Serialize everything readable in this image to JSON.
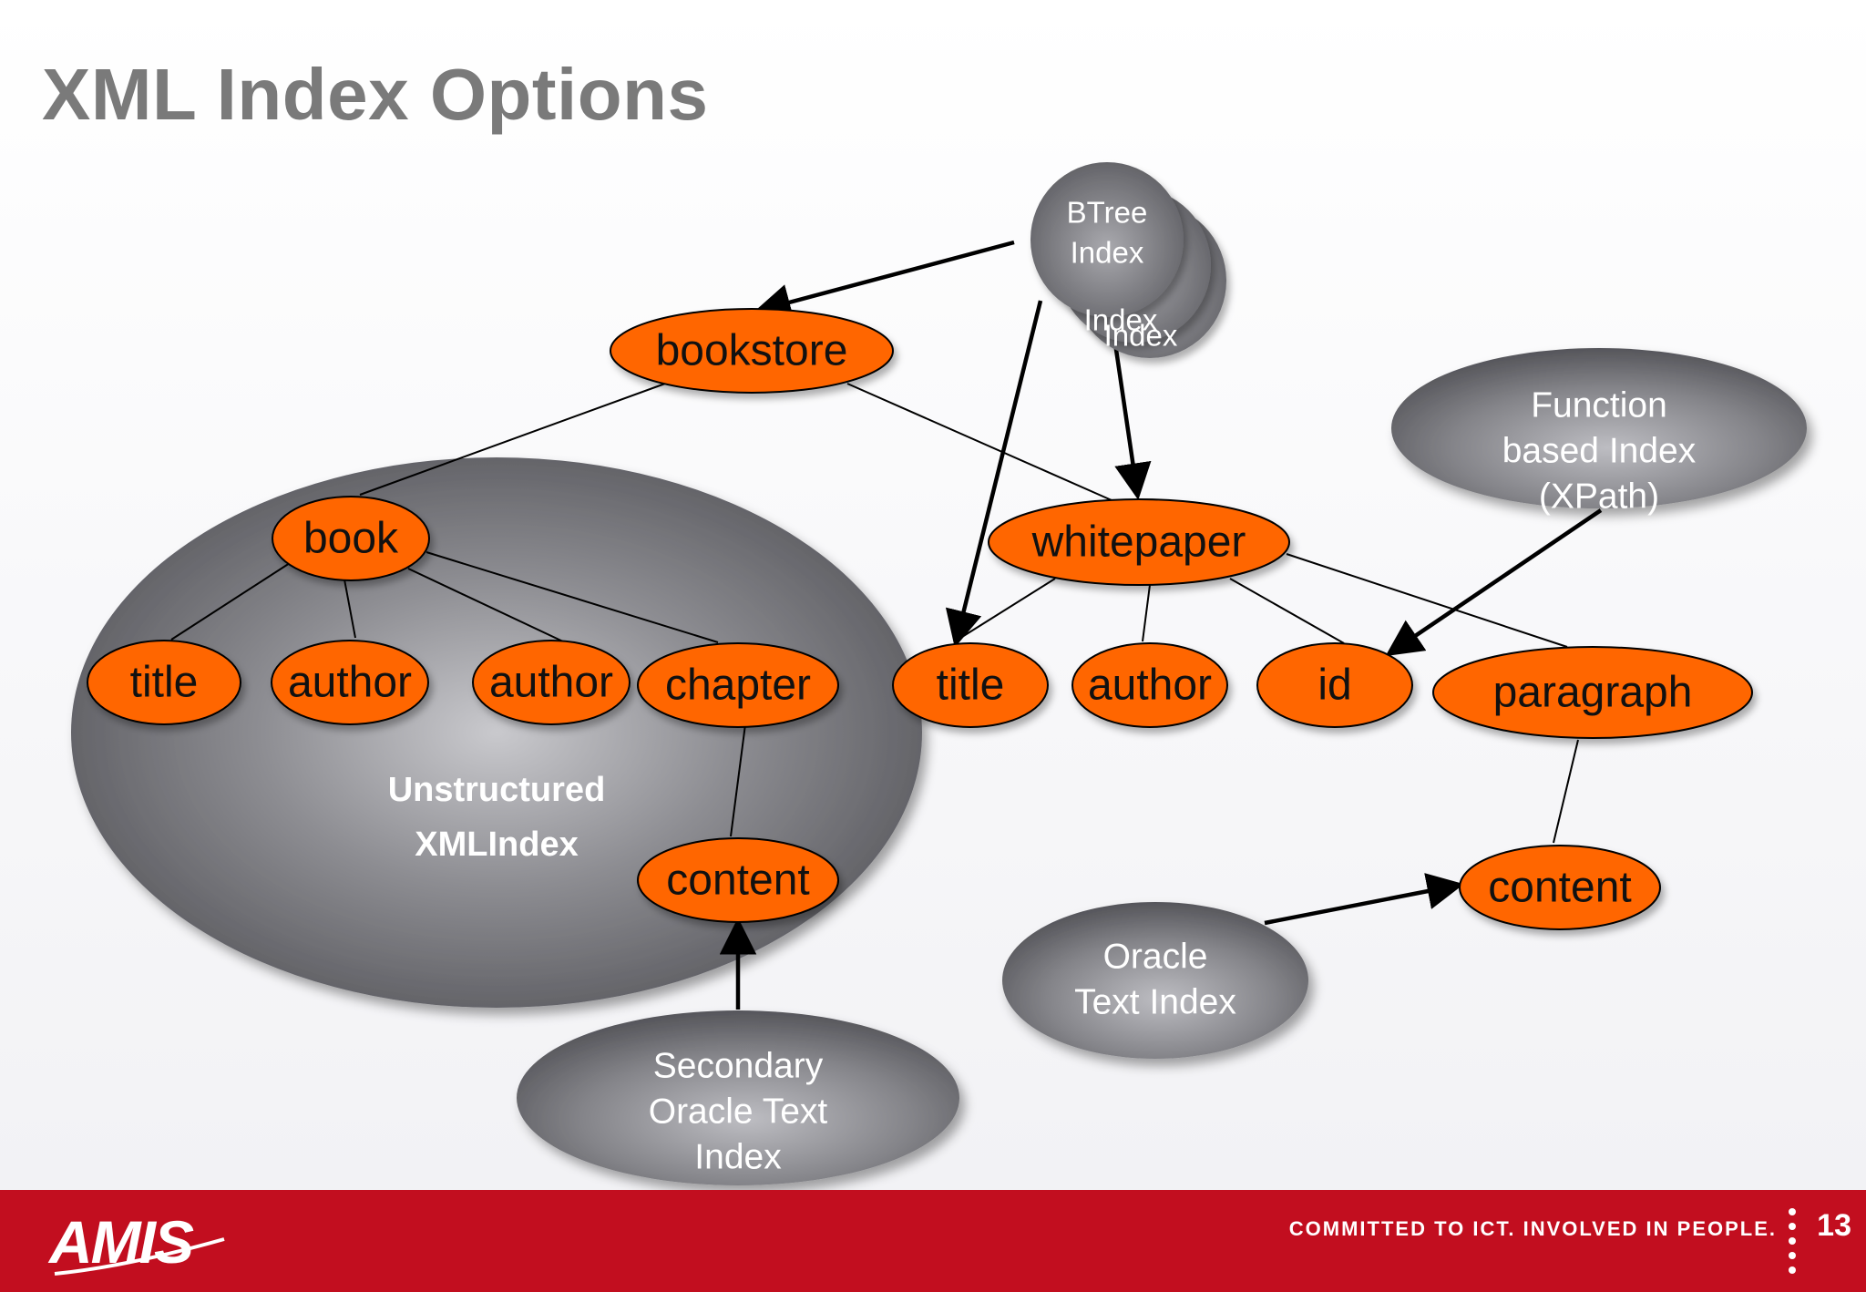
{
  "slide": {
    "title": "XML Index Options",
    "page_number": "13"
  },
  "tree": {
    "bookstore": "bookstore",
    "book": "book",
    "book_children": [
      "title",
      "author",
      "author",
      "chapter"
    ],
    "chapter_child": "content",
    "whitepaper": "whitepaper",
    "whitepaper_children": [
      "title",
      "author",
      "id",
      "paragraph"
    ],
    "paragraph_child": "content"
  },
  "indexes": {
    "btree": [
      "BTree",
      "Index"
    ],
    "btree_stack_fragment": "Index",
    "unstructured": [
      "Unstructured",
      "XMLIndex"
    ],
    "function_based": [
      "Function",
      "based Index",
      "(XPath)"
    ],
    "oracle_text": [
      "Oracle",
      "Text Index"
    ],
    "secondary_text": [
      "Secondary",
      "Oracle Text",
      "Index"
    ]
  },
  "footer": {
    "logo_text": "AMIS",
    "tagline": "COMMITTED TO ICT. INVOLVED IN PEOPLE."
  },
  "colors": {
    "node_fill": "#ff6600",
    "footer_red": "#c20e1f",
    "title_gray": "#7a7a7a"
  }
}
